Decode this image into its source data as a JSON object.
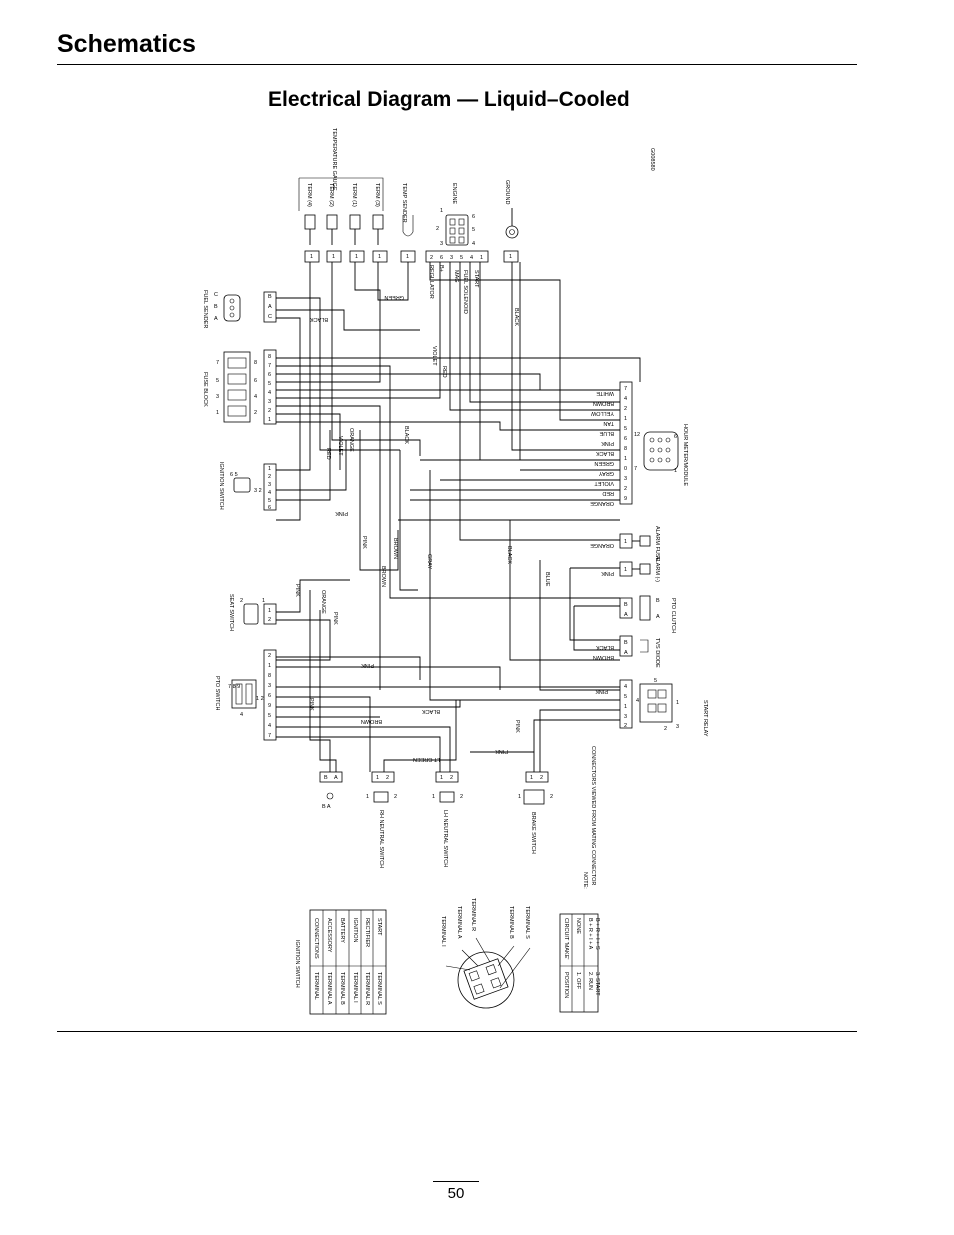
{
  "page": {
    "section_title": "Schematics",
    "diagram_title": "Electrical Diagram — Liquid–Cooled",
    "page_number": "50"
  },
  "diagram": {
    "drawing_id": "G008580",
    "top_labels": {
      "temperature_gauge": "TEMPERATURE GAUGE",
      "term4": "TERM (4)",
      "term2": "TERM (2)",
      "term1": "TERM (1)",
      "term3": "TERM (3)",
      "temp_sender": "TEMP SENDER",
      "engine": "ENGINE",
      "ground": "GROUND"
    },
    "engine_pins": [
      {
        "num": "2",
        "label": "REGULATOR"
      },
      {
        "num": "6",
        "label": "B+"
      },
      {
        "num": "3",
        "label": "MAG"
      },
      {
        "num": "5",
        "label": "FUEL SOLENOID"
      },
      {
        "num": "4",
        "label": "START"
      },
      {
        "num": "1",
        "label": ""
      }
    ],
    "left_components": {
      "fuel_sender": "FUEL SENDER",
      "fuse_block": "FUSE BLOCK",
      "ignition_switch": "IGNITION SWITCH",
      "seat_switch": "SEAT SWITCH",
      "pto_switch": "PTO SWITCH"
    },
    "right_components": {
      "hour_meter": "HOUR METER/MODULE",
      "alarm_fuse": "ALARM FUSE",
      "alarm_minus": "ALARM (-)",
      "pto_clutch": "PTO CLUTCH",
      "tvs_diode": "TVS DIODE",
      "start_relay": "START RELAY"
    },
    "bottom_components": {
      "rh_neutral": "RH NEUTRAL SWITCH",
      "lh_neutral": "LH NEUTRAL SWITCH",
      "brake_switch": "BRAKE SWITCH"
    },
    "hour_meter_wires": [
      "WHITE",
      "BROWN",
      "YELLOW",
      "TAN",
      "BLUE",
      "PINK",
      "BLACK",
      "GREEN",
      "GRAY",
      "VIOLET",
      "RED",
      "ORANGE"
    ],
    "wire_labels": {
      "green": "GREEN",
      "black_fuel": "BLACK",
      "black_ground": "BLACK",
      "violet_top": "VIOLET",
      "red_top": "RED",
      "red_mid": "RED",
      "violet_mid": "VIOLET",
      "orange_mid": "ORANGE",
      "black_mid": "BLACK",
      "pink_ign": "PINK",
      "pink_mid": "PINK",
      "brown_a": "BROWN",
      "brown_b": "BROWN",
      "gray": "GRAY",
      "black_c": "BLACK",
      "blue": "BLUE",
      "orange_alarm": "ORANGE",
      "pink_alarm": "PINK",
      "black_tvs": "BLACK",
      "brown_tvs": "BROWN",
      "pink_seat": "PINK",
      "orange_seat": "ORANGE",
      "pink_seat2": "PINK",
      "pink_pto": "PINK",
      "pink_pto2": "PINK",
      "brown_pto": "BROWN",
      "black_pto": "BLACK",
      "pink_relay": "PINK",
      "pink_brake": "PINK",
      "pink_bottom": "PINK",
      "lt_green": "LT GREEN"
    },
    "note": {
      "title": "NOTE:",
      "text": "CONNECTORS VIEWED FROM MATING CONNECTOR"
    },
    "ignition_table": {
      "title": "IGNITION SWITCH",
      "headers": [
        "TERMINAL",
        "CONNECTIONS"
      ],
      "rows": [
        [
          "TERMINAL  A",
          "ACCESSORY"
        ],
        [
          "TERMINAL  B",
          "BATTERY"
        ],
        [
          "TERMINAL  I",
          "IGNITION"
        ],
        [
          "TERMINAL  R",
          "RECTIFIER"
        ],
        [
          "TERMINAL  S",
          "START"
        ]
      ]
    },
    "switch_terminals": {
      "i": "TERMINAL I",
      "a": "TERMINAL A",
      "r": "TERMINAL R",
      "b": "TERMINAL B",
      "s": "TERMINAL S"
    },
    "position_table": {
      "headers": [
        "POSITION",
        "CIRCUIT 'MAKE'"
      ],
      "rows": [
        [
          "1. OFF",
          "NONE"
        ],
        [
          "2. RUN",
          "B + R + I + A"
        ],
        [
          "3. START",
          "B + R + I + S"
        ]
      ]
    }
  }
}
